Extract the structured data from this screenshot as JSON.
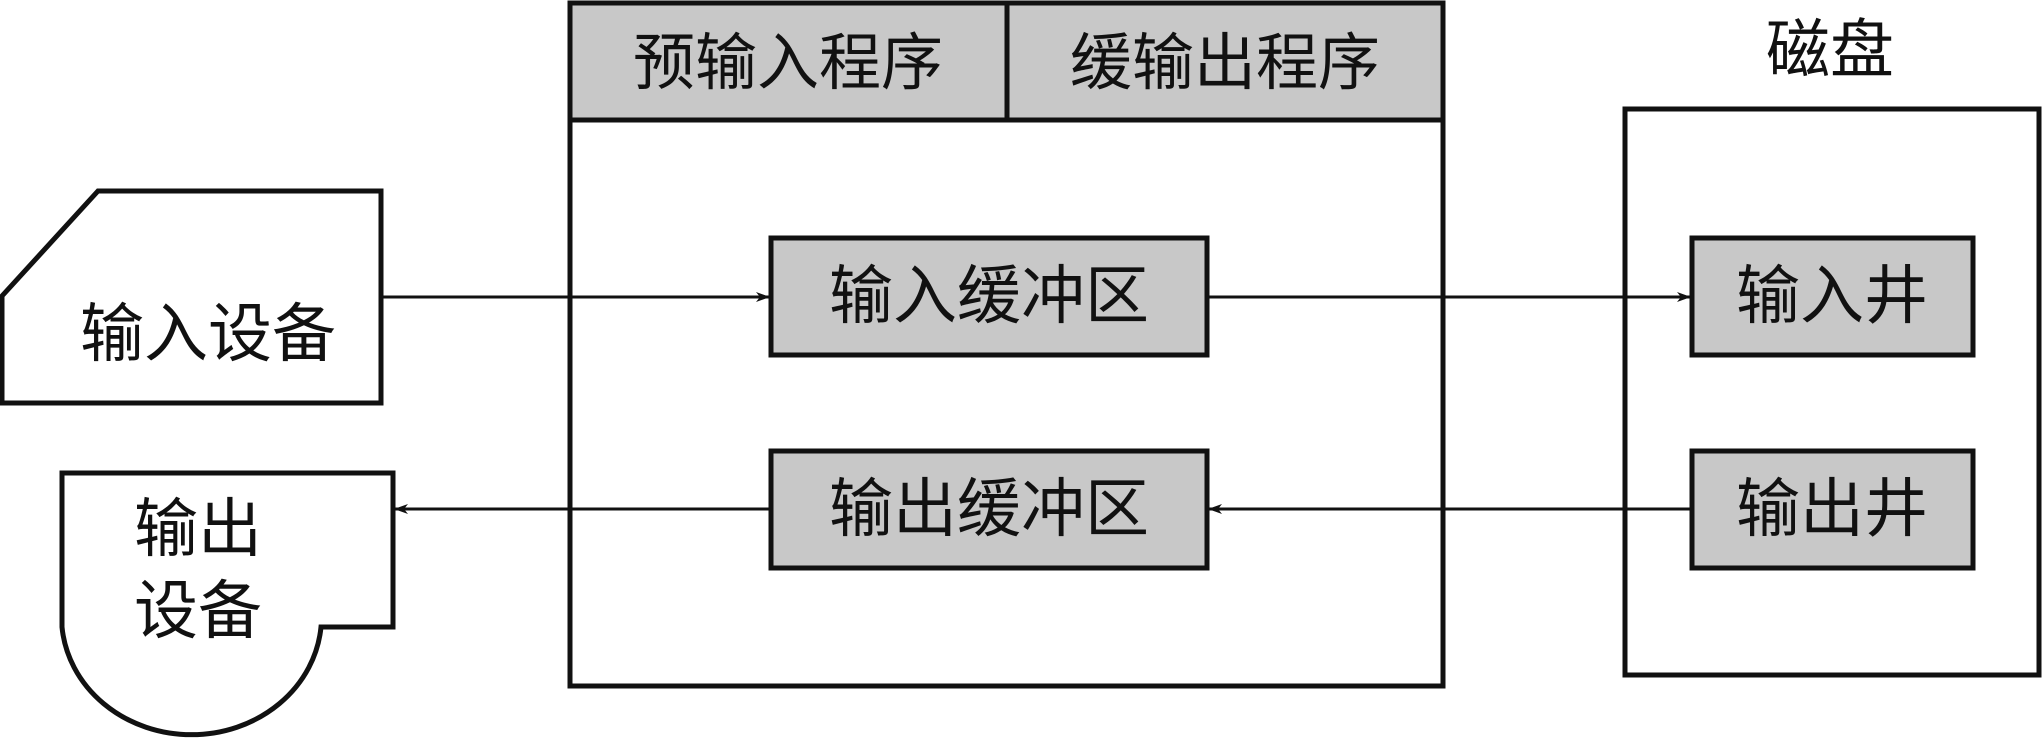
{
  "colors": {
    "stroke": "#111111",
    "box_fill": "#c8c8c8",
    "background": "#ffffff"
  },
  "input_device": {
    "label": "输入设备"
  },
  "output_device": {
    "label_line1": "输出",
    "label_line2": "设备"
  },
  "spooling": {
    "header_left": "预输入程序",
    "header_right": "缓输出程序",
    "input_buffer": "输入缓冲区",
    "output_buffer": "输出缓冲区"
  },
  "disk": {
    "title": "磁盘",
    "input_well": "输入井",
    "output_well": "输出井"
  }
}
